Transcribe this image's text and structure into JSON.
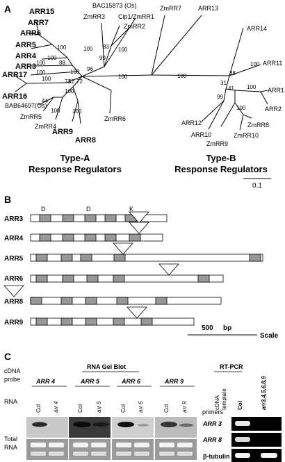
{
  "panels": {
    "a": {
      "letter": "A",
      "typeA_title": "Type-A",
      "typeA_subtitle": "Response Regulators",
      "typeB_title": "Type-B",
      "typeB_subtitle": "Response Regulators",
      "scale_value": "0.1",
      "bold_leaves": [
        "ARR15",
        "ARR7",
        "ARR6",
        "ARR5",
        "ARR4",
        "ARR3",
        "ARR17",
        "ARR16",
        "ARR9",
        "ARR8"
      ],
      "leaves": [
        "BAC15873 (Os)",
        "ZmRR7",
        "ARR13",
        "ARR14",
        "ARR11",
        "ARR1",
        "ARR2",
        "ZmRR8",
        "ZmRR10",
        "ZmRR9",
        "ARR10",
        "ARR12",
        "ZmRR6",
        "ZmRR4",
        "ZmRR5",
        "BAB64697(Os)",
        "ZmRR3",
        "Cip1/ZmRR1",
        "ZmRR2"
      ],
      "bootstrap": [
        "100",
        "100",
        "100",
        "100",
        "100",
        "100",
        "88",
        "83",
        "99",
        "100",
        "42",
        "72",
        "96",
        "73",
        "100",
        "44",
        "100",
        "100",
        "100",
        "100",
        "100",
        "38",
        "31",
        "41",
        "99",
        "100",
        "100",
        "100"
      ]
    },
    "b": {
      "letter": "B",
      "genes": [
        "ARR3",
        "ARR4",
        "ARR5",
        "ARR6",
        "ARR8",
        "ARR9"
      ],
      "motif_labels": [
        "D",
        "D",
        "K"
      ],
      "scale_value": "500",
      "scale_unit": "bp",
      "scale_word": "Scale"
    },
    "c": {
      "letter": "C",
      "probe_label_1": "cDNA",
      "probe_label_2": "probe",
      "rna_label": "RNA",
      "total_rna_1": "Total",
      "total_rna_2": "RNA",
      "gel_blot_title": "RNA Gel Blot",
      "rtpcr_title": "RT-PCR",
      "probes": [
        "ARR 4",
        "ARR 5",
        "ARR 6",
        "ARR 9"
      ],
      "lanes": [
        [
          "Col",
          "arr 4"
        ],
        [
          "Col",
          "arr 5"
        ],
        [
          "Col",
          "arr 6"
        ],
        [
          "Col",
          "arr 9"
        ]
      ],
      "cdna_template_1": "cDNA",
      "cdna_template_2": "template",
      "rt_col": "Col",
      "rt_mutant": "arr3,4,5,6,8,9",
      "primers_label": "primers",
      "primers": [
        "ARR 3",
        "ARR 8",
        "β-tubulin"
      ]
    }
  }
}
